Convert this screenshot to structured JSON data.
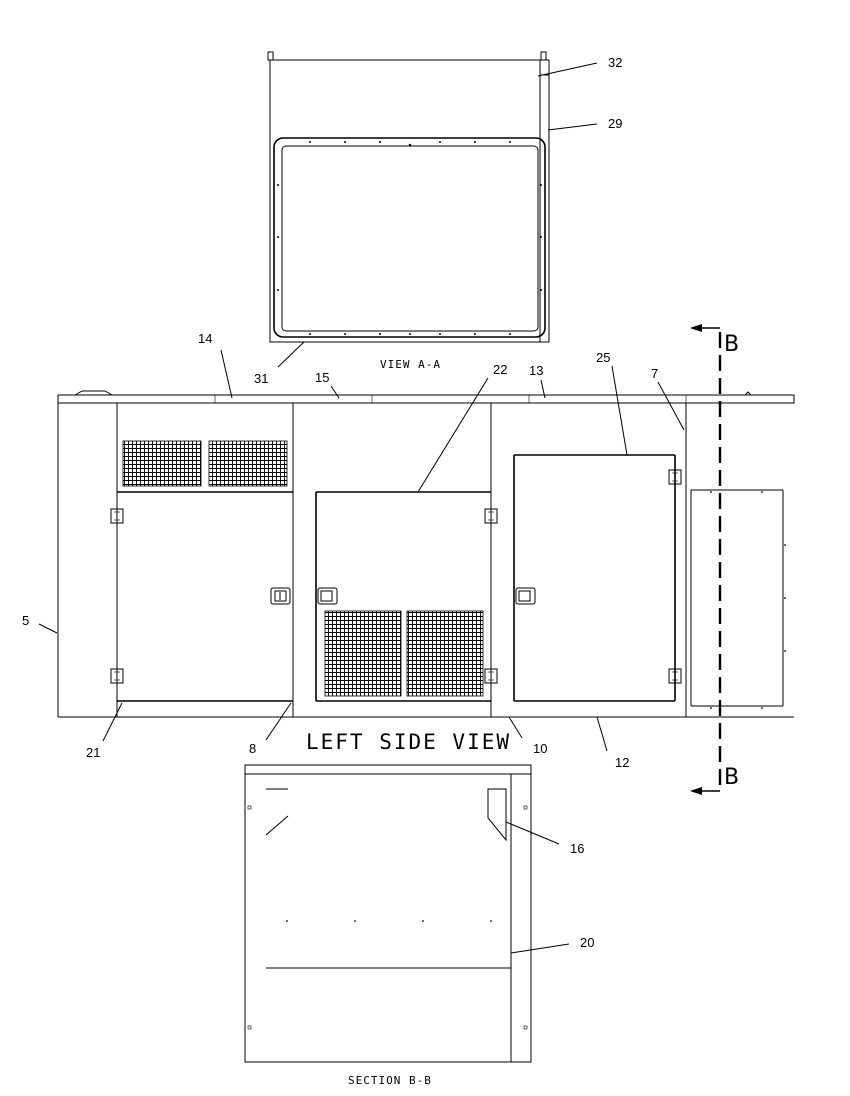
{
  "labels": {
    "view_aa": "VIEW A-A",
    "left_side_view": "LEFT SIDE VIEW",
    "section_bb": "SECTION B-B",
    "section_marker_top": "B",
    "section_marker_bottom": "B"
  },
  "callouts": {
    "c32": "32",
    "c29": "29",
    "c31": "31",
    "c14": "14",
    "c15": "15",
    "c22": "22",
    "c13": "13",
    "c25": "25",
    "c7": "7",
    "c5": "5",
    "c21": "21",
    "c8": "8",
    "c10": "10",
    "c12": "12",
    "c16": "16",
    "c20": "20"
  }
}
